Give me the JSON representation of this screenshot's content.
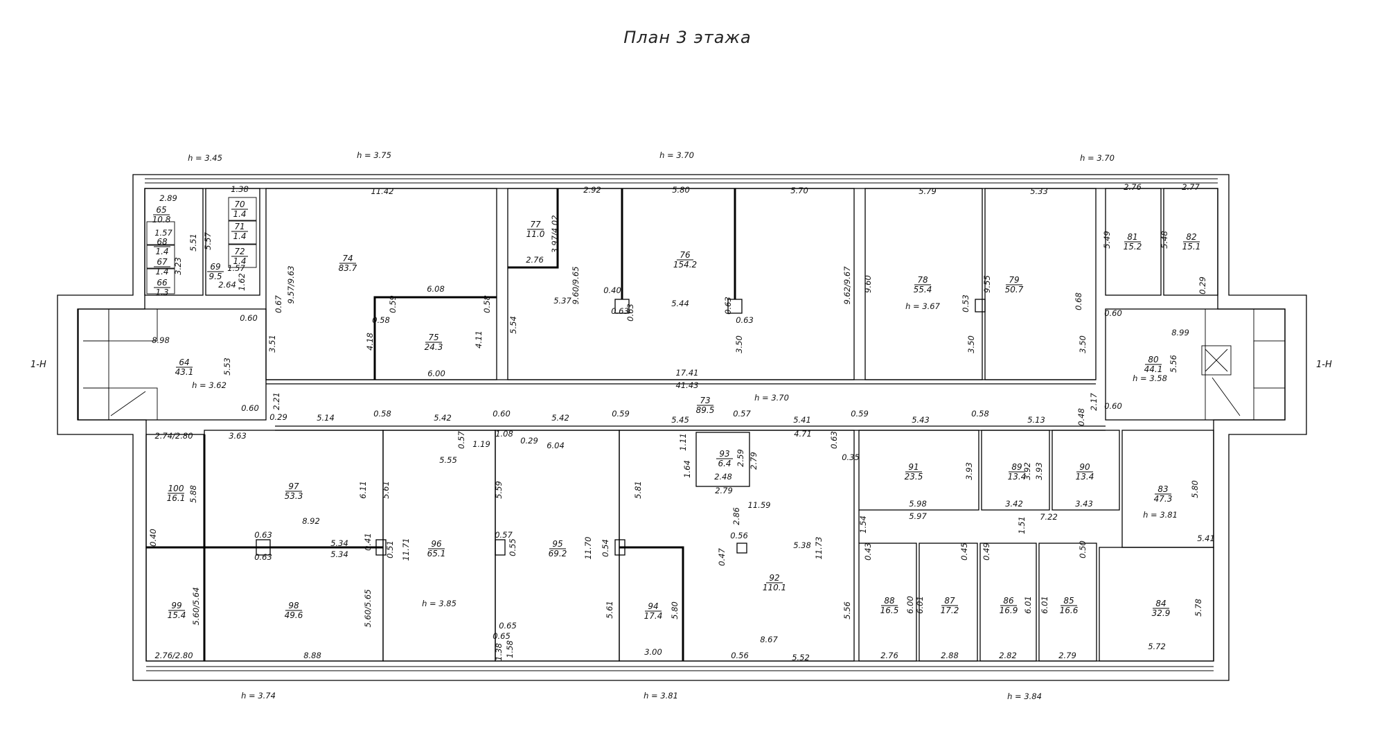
{
  "title": "План 3 этажа",
  "axis_marks": [
    "1-Н",
    "1-Н"
  ],
  "heights": [
    "h = 3.45",
    "h = 3.75",
    "h = 3.70",
    "h = 3.70",
    "h = 3.67",
    "h = 3.62",
    "h = 3.58",
    "h = 3.70",
    "h = 3.81",
    "h = 3.85",
    "h = 3.74",
    "h = 3.81",
    "h = 3.84"
  ],
  "rooms": [
    {
      "number": "65",
      "area": "10.8"
    },
    {
      "number": "66",
      "area": "1.3"
    },
    {
      "number": "67",
      "area": "1.4"
    },
    {
      "number": "68",
      "area": "1.4"
    },
    {
      "number": "70",
      "area": "1.4"
    },
    {
      "number": "71",
      "area": "1.4"
    },
    {
      "number": "72",
      "area": "1.4"
    },
    {
      "number": "69",
      "area": "9.5"
    },
    {
      "number": "74",
      "area": "83.7"
    },
    {
      "number": "75",
      "area": "24.3"
    },
    {
      "number": "77",
      "area": "11.0"
    },
    {
      "number": "76",
      "area": "154.2"
    },
    {
      "number": "78",
      "area": "55.4"
    },
    {
      "number": "79",
      "area": "50.7"
    },
    {
      "number": "81",
      "area": "15.2"
    },
    {
      "number": "82",
      "area": "15.1"
    },
    {
      "number": "64",
      "area": "43.1"
    },
    {
      "number": "80",
      "area": "44.1"
    },
    {
      "number": "73",
      "area": "89.5"
    },
    {
      "number": "100",
      "area": "16.1"
    },
    {
      "number": "97",
      "area": "53.3"
    },
    {
      "number": "99",
      "area": "15.4"
    },
    {
      "number": "98",
      "area": "49.6"
    },
    {
      "number": "96",
      "area": "65.1"
    },
    {
      "number": "95",
      "area": "69.2"
    },
    {
      "number": "93",
      "area": "6.4"
    },
    {
      "number": "94",
      "area": "17.4"
    },
    {
      "number": "92",
      "area": "110.1"
    },
    {
      "number": "91",
      "area": "23.5"
    },
    {
      "number": "89",
      "area": "13.4"
    },
    {
      "number": "90",
      "area": "13.4"
    },
    {
      "number": "83",
      "area": "47.3"
    },
    {
      "number": "88",
      "area": "16.5"
    },
    {
      "number": "87",
      "area": "17.2"
    },
    {
      "number": "86",
      "area": "16.9"
    },
    {
      "number": "85",
      "area": "16.6"
    },
    {
      "number": "84",
      "area": "32.9"
    }
  ],
  "dimensions": [
    "2.89",
    "1.57",
    "3.23",
    "5.51",
    "5.57",
    "1.38",
    "1.57",
    "1.62",
    "2.64",
    "0.60",
    "8.98",
    "5.53",
    "0.60",
    "2.21",
    "0.29",
    "3.63",
    "0.67",
    "3.51",
    "9.57/9.63",
    "11.42",
    "6.08",
    "0.59",
    "0.58",
    "4.18",
    "6.00",
    "4.11",
    "0.58",
    "2.92",
    "3.97/4.02",
    "2.76",
    "9.60/9.65",
    "5.37",
    "5.54",
    "0.40",
    "0.63",
    "0.63",
    "5.80",
    "5.44",
    "3.50",
    "0.63",
    "0.63",
    "5.70",
    "9.62/9.67",
    "17.41",
    "41.43",
    "5.79",
    "9.60",
    "5.33",
    "9.55",
    "0.53",
    "3.50",
    "0.68",
    "3.50",
    "2.76",
    "2.77",
    "5.49",
    "5.48",
    "0.29",
    "0.60",
    "8.99",
    "5.56",
    "0.60",
    "2.17",
    "0.48",
    "5.14",
    "0.58",
    "5.42",
    "0.60",
    "5.42",
    "0.59",
    "5.45",
    "0.57",
    "5.41",
    "0.59",
    "5.43",
    "0.58",
    "5.13",
    "2.74/2.80",
    "0.40",
    "5.88",
    "8.92",
    "6.11",
    "0.63",
    "5.34",
    "5.34",
    "0.63",
    "0.41",
    "5.60/5.64",
    "5.60/5.65",
    "2.76/2.80",
    "8.88",
    "5.61",
    "0.51",
    "11.71",
    "5.55",
    "0.57",
    "1.19",
    "1.08",
    "0.29",
    "6.04",
    "5.59",
    "0.57",
    "0.55",
    "0.65",
    "0.65",
    "1.38",
    "1.58",
    "11.70",
    "0.54",
    "5.61",
    "5.81",
    "1.11",
    "1.64",
    "2.59",
    "2.79",
    "2.48",
    "2.79",
    "4.71",
    "0.63",
    "0.35",
    "2.86",
    "11.59",
    "0.56",
    "0.47",
    "5.38",
    "11.73",
    "5.80",
    "3.00",
    "0.56",
    "8.67",
    "5.52",
    "3.93",
    "3.92",
    "3.93",
    "5.98",
    "3.42",
    "3.43",
    "5.97",
    "7.22",
    "1.54",
    "1.51",
    "5.80",
    "5.41",
    "0.43",
    "6.00",
    "6.01",
    "0.45",
    "0.49",
    "6.01",
    "6.01",
    "0.50",
    "5.56",
    "2.76",
    "2.88",
    "2.82",
    "2.79",
    "5.72",
    "5.78"
  ]
}
